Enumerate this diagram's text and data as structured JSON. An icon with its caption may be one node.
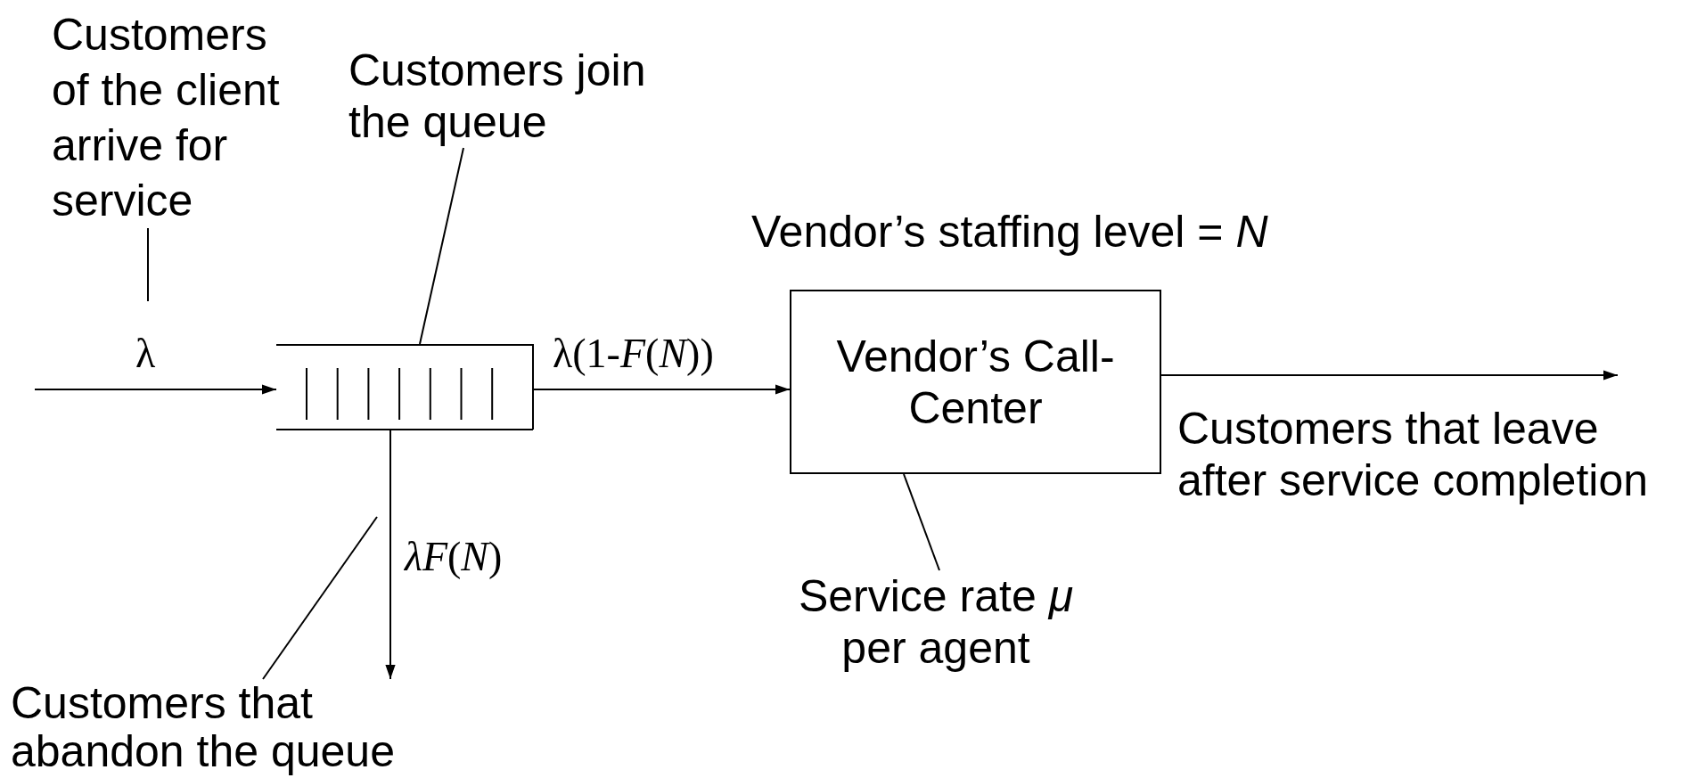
{
  "diagram": {
    "nodes": [
      {
        "text": [
          "Customers of the client arrive for service"
        ]
      },
      {
        "text": [],
        "shape": "box"
      },
      {
        "text": [
          "Customers join the queue"
        ]
      },
      {
        "text": [
          "Vendor’s Call-Center"
        ],
        "beside": [
          "Vendor’s staffing level = *N*"
        ]
      },
      {
        "text": [
          "Service rate *μ* per agent"
        ]
      },
      {
        "text": [
          "Customers that abandon the queue"
        ]
      }
    ],
    "edges": [
      {
        "from": null,
        "to": 1,
        "arrow": "to",
        "label": "λ"
      },
      {
        "from": 1,
        "to": 3,
        "arrow": "to",
        "label": "λ(1-*F*(*N*))"
      },
      {
        "from": 3,
        "to": null,
        "arrow": "to"
      },
      {
        "from": 1,
        "to": 5,
        "arrow": "to",
        "label": "*λF*(*N*)"
      },
      {
        "from": 0,
        "to": null,
        "arrow": "none"
      },
      {
        "from": 2,
        "to": 1,
        "arrow": "none"
      },
      {
        "from": 4,
        "to": 3,
        "arrow": "none"
      },
      {
        "from": 5,
        "to": null,
        "arrow": "none"
      }
    ],
    "labels": [
      "Customers that leave after service completion"
    ]
  }
}
